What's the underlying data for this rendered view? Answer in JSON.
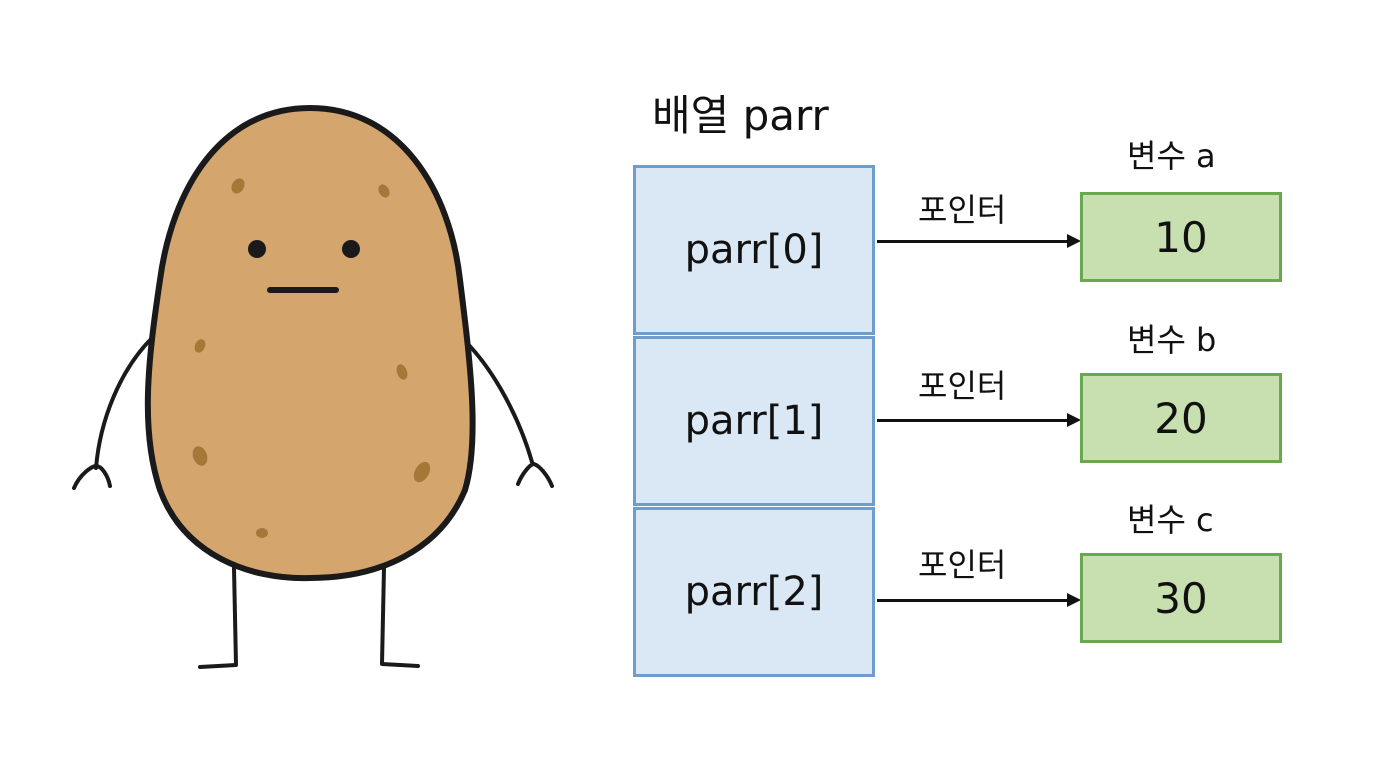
{
  "diagram": {
    "array_title": "배열 parr",
    "array_cells": [
      {
        "label": "parr[0]"
      },
      {
        "label": "parr[1]"
      },
      {
        "label": "parr[2]"
      }
    ],
    "pointer_label": "포인터",
    "variables": [
      {
        "name": "변수 a",
        "value": "10"
      },
      {
        "name": "변수 b",
        "value": "20"
      },
      {
        "name": "변수 c",
        "value": "30"
      }
    ]
  },
  "colors": {
    "array_fill": "#dae8f5",
    "array_border": "#6e9ccb",
    "var_fill": "#c8e0b0",
    "var_border": "#6aa84f",
    "potato_body": "#d4a66d",
    "potato_spot": "#a57838",
    "outline": "#1a1a1a"
  },
  "illustration": {
    "character": "potato-character"
  }
}
